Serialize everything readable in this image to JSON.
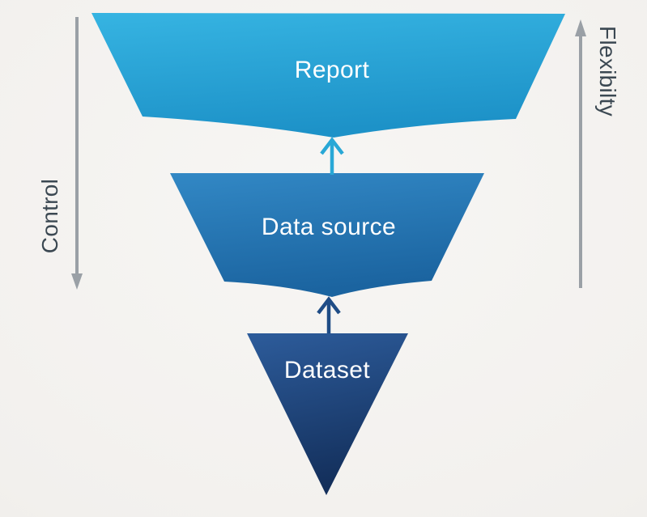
{
  "funnel": {
    "levels": [
      {
        "id": "report",
        "label": "Report"
      },
      {
        "id": "data-source",
        "label": "Data source"
      },
      {
        "id": "dataset",
        "label": "Dataset"
      }
    ]
  },
  "axes": {
    "control": {
      "label": "Control",
      "direction": "down"
    },
    "flexibility": {
      "label": "Flexibilty",
      "direction": "up"
    }
  },
  "colors": {
    "report_top": "#36b4e2",
    "report_bottom": "#1d92c8",
    "datasource_top": "#3288c5",
    "datasource_bottom": "#1b64a0",
    "dataset_top": "#2d5c9b",
    "dataset_bottom": "#132f5b",
    "arrow_report": "#29a8d6",
    "arrow_dataset": "#1f4c86",
    "axis_gray": "#9aa0a6",
    "side_label_color": "#3b4852",
    "level_label_color": "#ffffff"
  }
}
